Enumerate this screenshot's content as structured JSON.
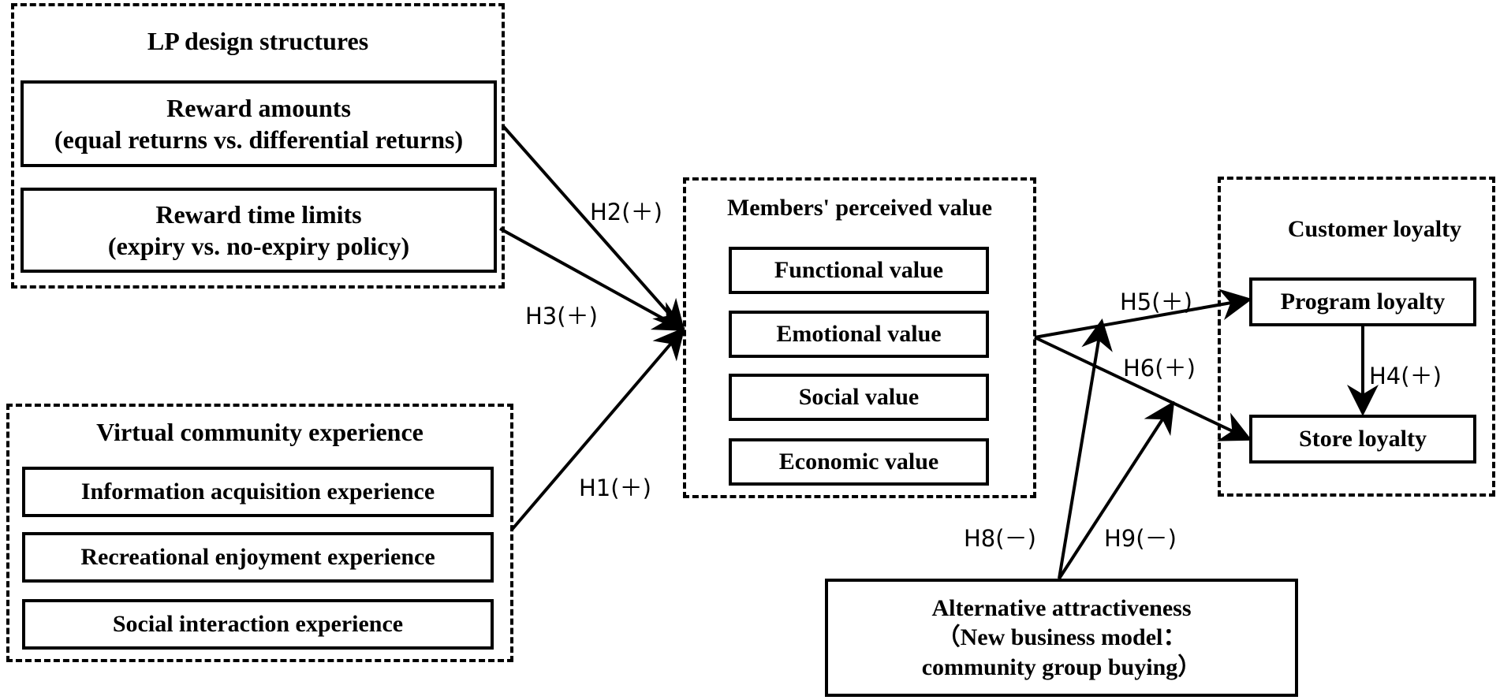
{
  "lp_design": {
    "title": "LP design structures",
    "reward_amounts": {
      "line1": "Reward amounts",
      "line2": "(equal returns vs. differential returns)"
    },
    "reward_time": {
      "line1": "Reward time limits",
      "line2": "(expiry vs. no-expiry policy)"
    }
  },
  "virtual_community": {
    "title": "Virtual community experience",
    "items": [
      "Information acquisition experience",
      "Recreational enjoyment experience",
      "Social interaction experience"
    ]
  },
  "perceived_value": {
    "title": "Members' perceived value",
    "items": [
      "Functional value",
      "Emotional value",
      "Social value",
      "Economic value"
    ]
  },
  "customer_loyalty": {
    "title": "Customer loyalty",
    "program": "Program loyalty",
    "store": "Store loyalty"
  },
  "alternative": {
    "line1": "Alternative attractiveness",
    "line2": "（New business model：",
    "line3": "community group buying）"
  },
  "hypotheses": {
    "h1": "H1(＋)",
    "h2": "H2(＋)",
    "h3": "H3(＋)",
    "h4": "H4(＋)",
    "h5": "H5(＋)",
    "h6": "H6(＋)",
    "h8": "H8(－)",
    "h9": "H9(－)"
  }
}
